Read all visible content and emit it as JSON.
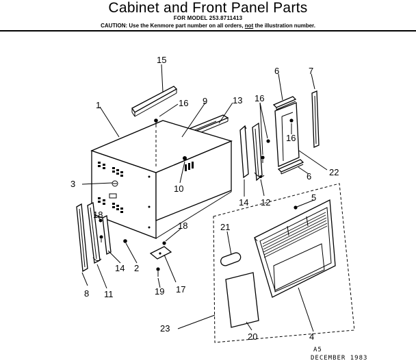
{
  "header": {
    "title": "Cabinet and Front Panel Parts",
    "model_line": "FOR MODEL 253.8711413",
    "caution_prefix": "CAUTION: Use the Kenmore part number on all orders,",
    "caution_not": "not",
    "caution_suffix": "the illustration number."
  },
  "callouts": {
    "c1": "1",
    "c2": "2",
    "c3": "3",
    "c4": "4",
    "c5": "5",
    "c6a": "6",
    "c6b": "6",
    "c7": "7",
    "c8": "8",
    "c9": "9",
    "c10": "10",
    "c11": "11",
    "c12": "12",
    "c13": "13",
    "c14a": "14",
    "c14b": "14",
    "c15": "15",
    "c16a": "16",
    "c16b": "16",
    "c16c": "16",
    "c17": "17",
    "c18a": "18",
    "c18b": "18",
    "c19": "19",
    "c20": "20",
    "c21": "21",
    "c22": "22",
    "c23": "23"
  },
  "footer": {
    "code": "A5",
    "date": "DECEMBER 1983"
  }
}
